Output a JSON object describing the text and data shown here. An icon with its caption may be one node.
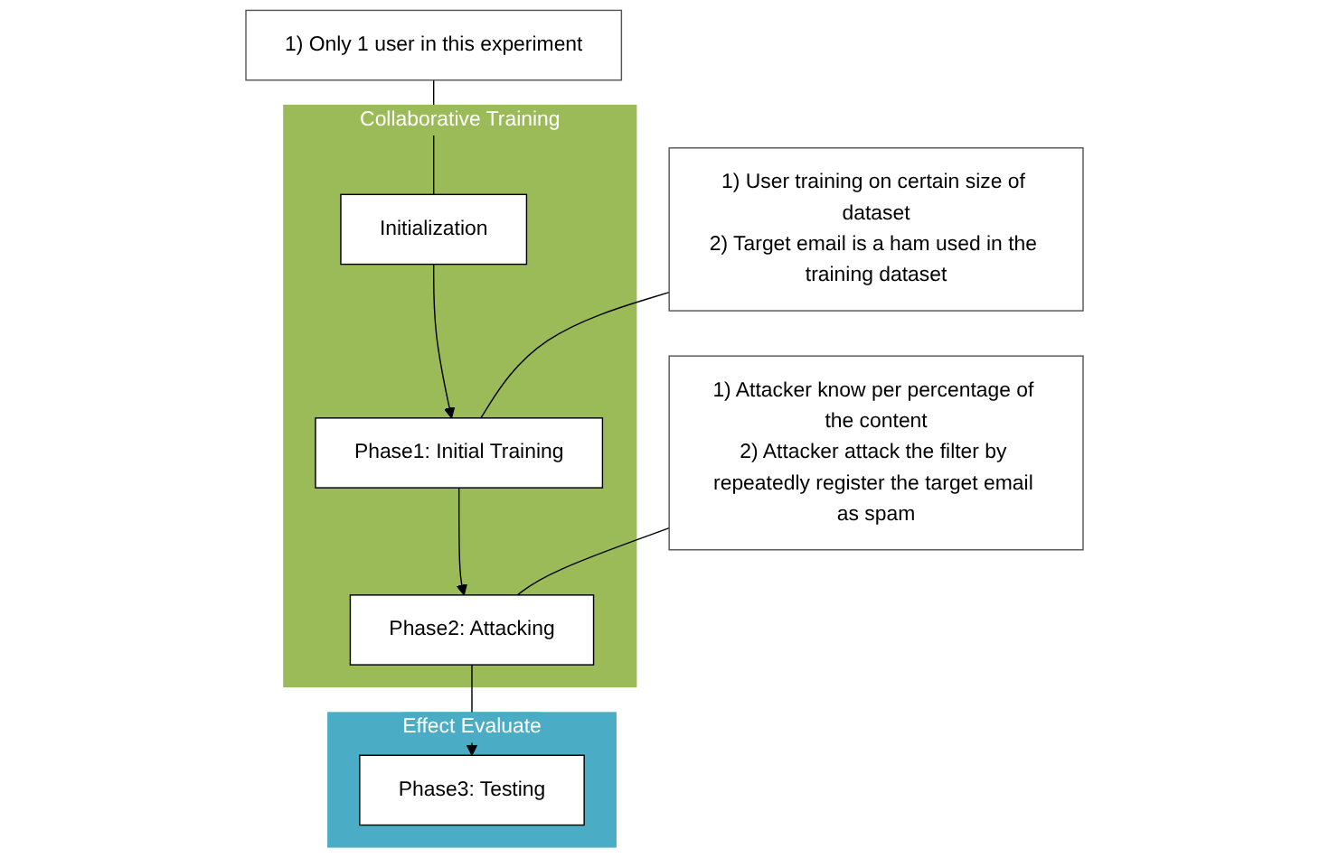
{
  "diagram": {
    "nodes": [
      {
        "text": [
          "Collaborative Training"
        ]
      },
      {
        "text": [
          "Initialization"
        ],
        "in": 0
      },
      {
        "text": [
          "Phase1: Initial Training"
        ],
        "in": 0
      },
      {
        "text": [
          "Phase2: Attacking"
        ],
        "in": 0
      },
      {
        "text": [
          "Effect Evaluate"
        ]
      },
      {
        "text": [
          "Phase3: Testing"
        ],
        "in": 4
      },
      {
        "text": [
          "1) Only 1 user in this experiment"
        ]
      },
      {
        "text": [
          "1) User training on certain size of dataset",
          "2) Target email is a ham used in the training dataset"
        ]
      },
      {
        "text": [
          "1) Attacker know per percentage of the content",
          "2) Attacker attack the filter by repeatedly register the target email as spam"
        ]
      }
    ],
    "edges": [
      {
        "from": 1,
        "to": 2,
        "arrow": "to"
      },
      {
        "from": 2,
        "to": 3,
        "arrow": "to"
      },
      {
        "from": 3,
        "to": 5,
        "arrow": "to"
      },
      {
        "from": 6,
        "to": 1,
        "arrow": "none"
      },
      {
        "from": 7,
        "to": 2,
        "arrow": "none"
      },
      {
        "from": 8,
        "to": 3,
        "arrow": "none"
      }
    ]
  }
}
